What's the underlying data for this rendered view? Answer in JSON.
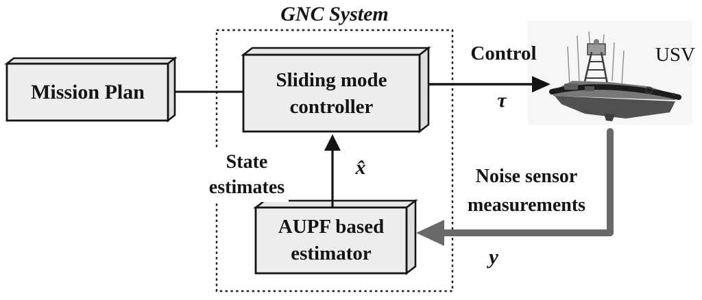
{
  "figure": {
    "title": "GNC System",
    "nodes": {
      "mission_plan": {
        "label": "Mission Plan"
      },
      "sliding_mode_controller": {
        "line1": "Sliding mode",
        "line2": "controller"
      },
      "aupf_estimator": {
        "line1": "AUPF based",
        "line2": "estimator"
      },
      "usv": {
        "label": "USV"
      }
    },
    "signals": {
      "control": {
        "label": "Control",
        "symbol": "τ"
      },
      "state_estimates": {
        "line1": "State",
        "line2": "estimates",
        "symbol": "x̂"
      },
      "noise_measurements": {
        "line1": "Noise sensor",
        "line2": "measurements",
        "symbol": "y"
      }
    },
    "colors": {
      "background": "#ffffff",
      "box_fill": "#ededed",
      "box_top_fill": "#e7e7e7",
      "box_side_fill": "#dedede",
      "box_border": "#141414",
      "signal_black": "#141414",
      "feedback_gray": "#696969"
    },
    "icons": {
      "usv_image": "usv-boat-photo"
    }
  }
}
